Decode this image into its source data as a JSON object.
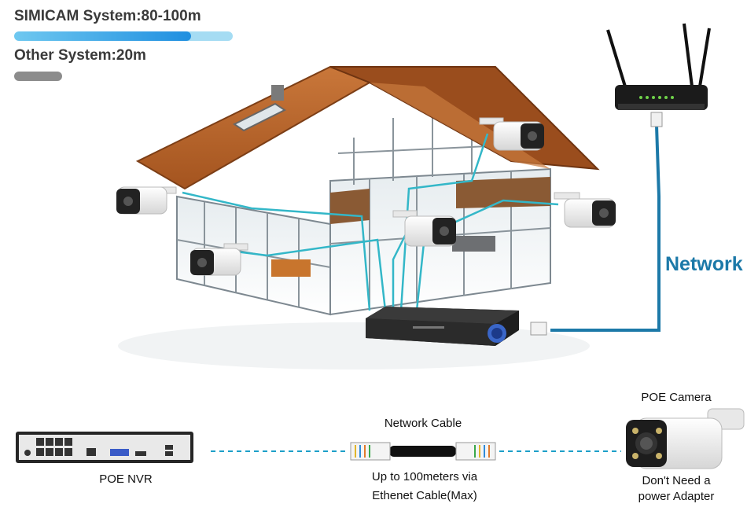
{
  "comparison": {
    "simicam_label": "SIMICAM System:80-100m",
    "simicam_range_fraction": 0.81,
    "other_label": "Other System:20m",
    "other_range_fraction": 0.22
  },
  "network_label": "Network",
  "bottom": {
    "nvr_label": "POE NVR",
    "cable_label": "Network Cable",
    "cable_note_line1": "Up to 100meters via",
    "cable_note_line2": "Ethenet Cable(Max)",
    "camera_label": "POE Camera",
    "camera_note_line1": "Don't Need a",
    "camera_note_line2": "power Adapter"
  },
  "colors": {
    "accent_blue": "#1f8fe0",
    "network_cable": "#1c79a8",
    "roof": "#b8662b"
  }
}
